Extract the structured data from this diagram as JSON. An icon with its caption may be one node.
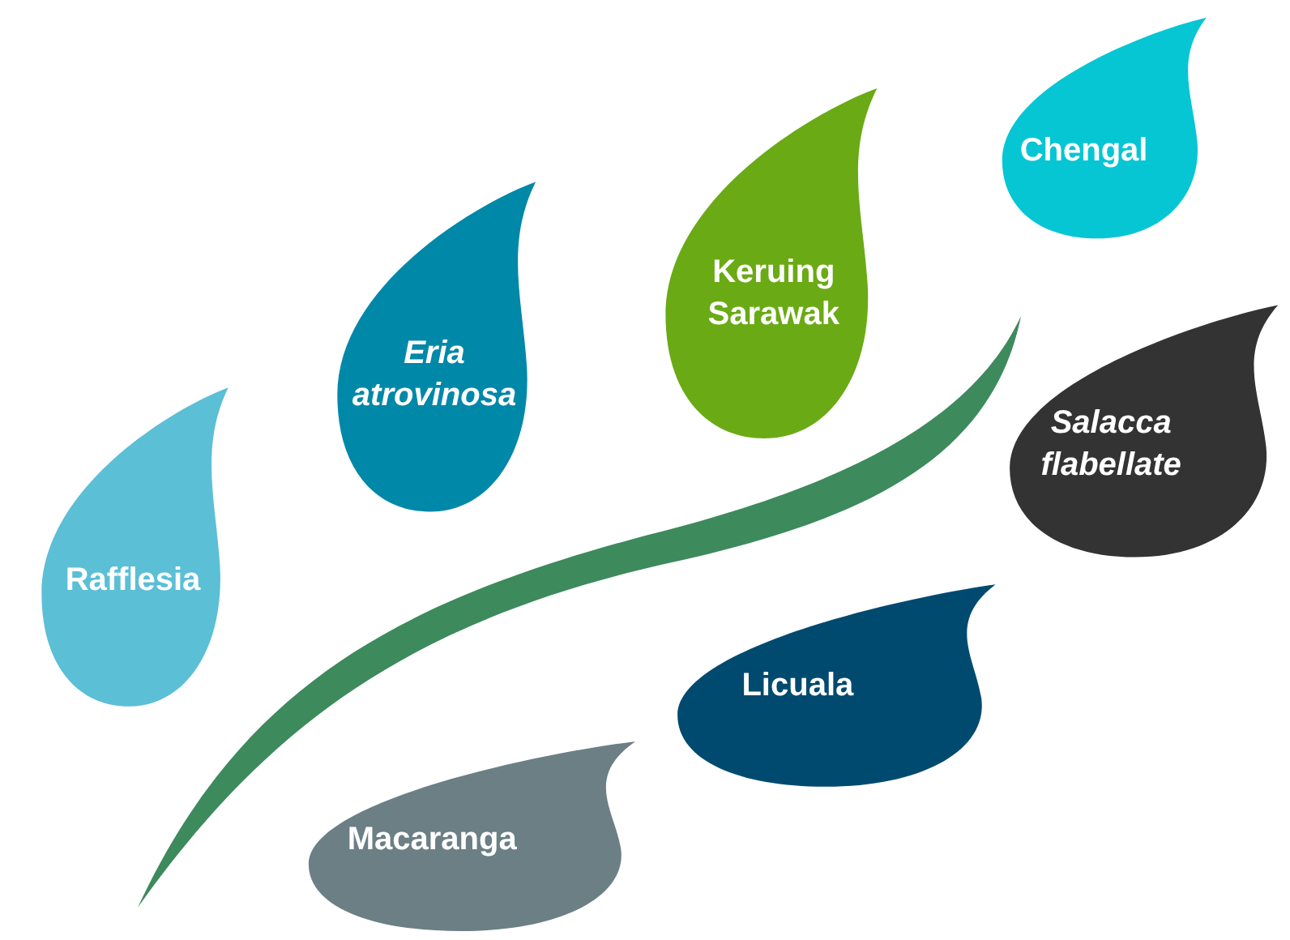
{
  "diagram": {
    "nodes": [
      {
        "text": [
          "Rafflesia"
        ]
      },
      {
        "text": [
          "Eria atrovinosa"
        ]
      },
      {
        "text": [
          "Keruing Sarawak"
        ]
      },
      {
        "text": [
          "Chengal"
        ]
      },
      {
        "text": [
          "Salacca flabellate"
        ]
      },
      {
        "text": [
          "Licuala"
        ]
      },
      {
        "text": [
          "Macaranga"
        ]
      }
    ]
  }
}
